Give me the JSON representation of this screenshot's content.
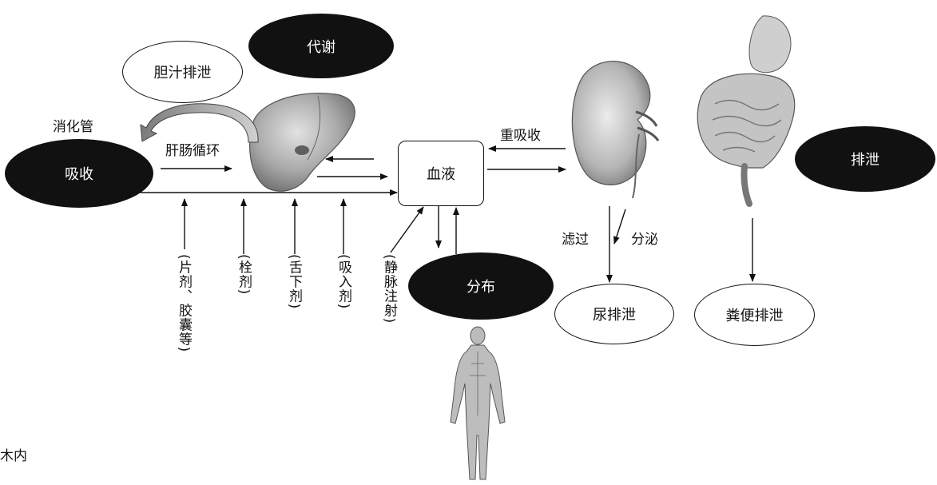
{
  "nodes": {
    "metabolism": "代谢",
    "bile_excretion": "胆汁排泄",
    "absorption": "吸收",
    "blood": "血液",
    "distribution": "分布",
    "excretion": "排泄",
    "urine_excretion": "尿排泄",
    "fecal_excretion": "粪便排泄"
  },
  "labels": {
    "digestive_tract": "消化管",
    "enterohepatic": "肝肠循环",
    "reabsorption": "重吸收",
    "filtration": "滤过",
    "secretion": "分泌",
    "corner_text": "木内"
  },
  "routes": {
    "tablet_capsule": "(片剂、胶囊等)",
    "suppository": "(栓剂)",
    "sublingual": "(舌下剂)",
    "inhalant": "(吸入剂)",
    "iv_injection": "(静脉注射)"
  },
  "colors": {
    "ink": "#111111",
    "paper": "#ffffff",
    "organ_fill": "#bdbdbd",
    "organ_shade": "#8a8a8a"
  }
}
